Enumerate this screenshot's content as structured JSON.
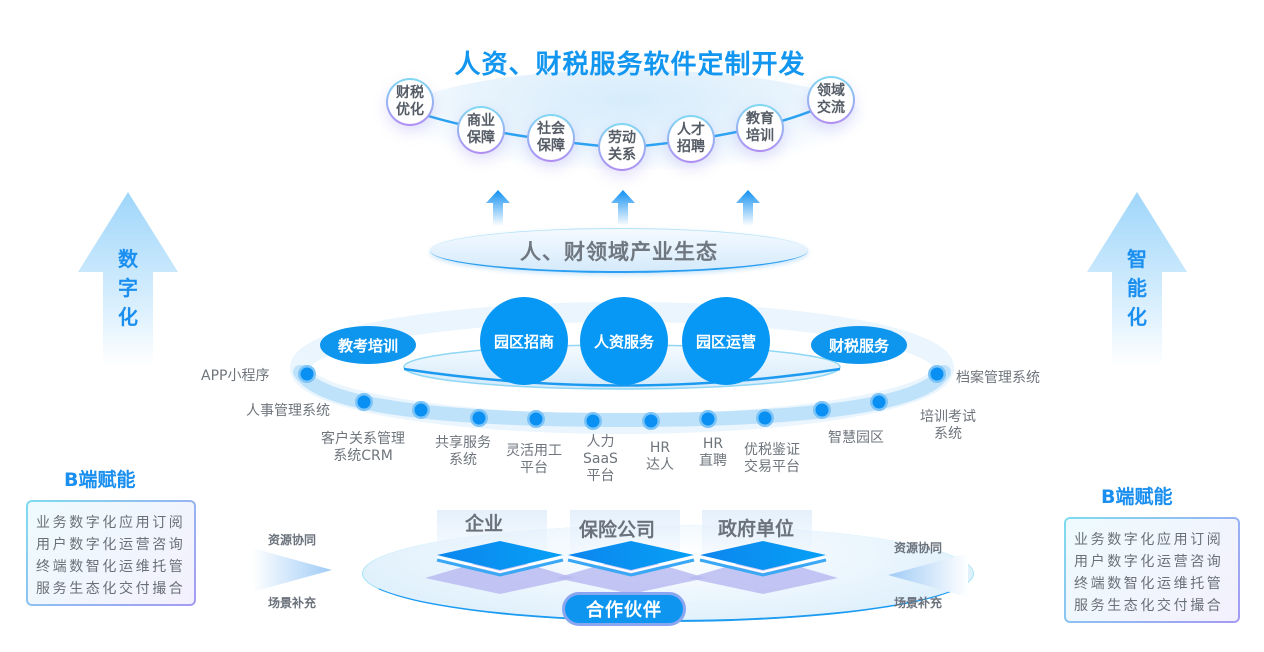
{
  "title": "人资、财税服务软件定制开发",
  "top_nodes": [
    {
      "label": "财税优化"
    },
    {
      "label": "商业保障"
    },
    {
      "label": "社会保障"
    },
    {
      "label": "劳动关系"
    },
    {
      "label": "人才招聘"
    },
    {
      "label": "教育培训"
    },
    {
      "label": "领域交流"
    }
  ],
  "ecosystem_label": "人、财领域产业生态",
  "side_arrows": {
    "left": {
      "chars": [
        "数",
        "字",
        "化"
      ]
    },
    "right": {
      "chars": [
        "智",
        "能",
        "化"
      ]
    }
  },
  "core_services": [
    "园区招商",
    "人资服务",
    "园区运营"
  ],
  "side_services": {
    "left": "教考培训",
    "right": "财税服务"
  },
  "systems": [
    {
      "lines": [
        "APP小程序"
      ]
    },
    {
      "lines": [
        "人事管理系统"
      ]
    },
    {
      "lines": [
        "客户关系管理",
        "系统CRM"
      ]
    },
    {
      "lines": [
        "共享服务",
        "系统"
      ]
    },
    {
      "lines": [
        "灵活用工",
        "平台"
      ]
    },
    {
      "lines": [
        "人力",
        "SaaS",
        "平台"
      ]
    },
    {
      "lines": [
        "HR",
        "达人"
      ]
    },
    {
      "lines": [
        "HR",
        "直聘"
      ]
    },
    {
      "lines": [
        "优税鉴证",
        "交易平台"
      ]
    },
    {
      "lines": [
        "智慧园区"
      ]
    },
    {
      "lines": [
        "培训考试",
        "系统"
      ]
    },
    {
      "lines": [
        "档案管理系统"
      ]
    }
  ],
  "b_panels": {
    "left": {
      "title": "B端赋能",
      "lines": [
        "业务数字化应用订阅",
        "用户数字化运营咨询",
        "终端数智化运维托管",
        "服务生态化交付撮合"
      ]
    },
    "right": {
      "title": "B端赋能",
      "lines": [
        "业务数字化应用订阅",
        "用户数字化运营咨询",
        "终端数智化运维托管",
        "服务生态化交付撮合"
      ]
    }
  },
  "partners": {
    "items": [
      "企业",
      "保险公司",
      "政府单位"
    ],
    "label": "合作伙伴"
  },
  "flow_labels": {
    "left": {
      "top": "资源协同",
      "bottom": "场景补充"
    },
    "right": {
      "top": "资源协同",
      "bottom": "场景补充"
    }
  },
  "colors": {
    "primary_blue": "#0797f4",
    "title_blue": "#1296f0",
    "gray_text": "#6f757c"
  }
}
